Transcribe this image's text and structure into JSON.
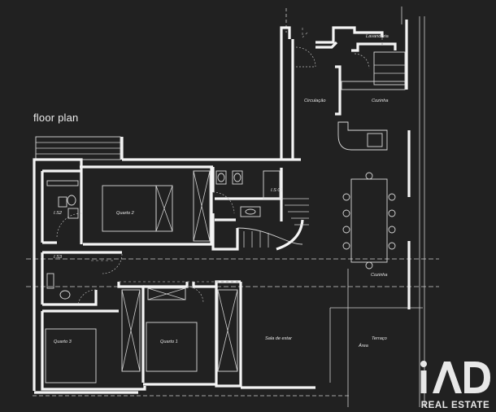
{
  "plan": {
    "title": "floor plan",
    "rooms": {
      "lavanderia": "Lavanderia",
      "circulacao": "Circulação",
      "cozinha_top": "Cozinha",
      "ws_1": "I.S 01",
      "ws_2": "I.S2",
      "ws_3": "I.S3",
      "quarto_2": "Quarto 2",
      "cozinha_mid": "Cozinha",
      "quarto_3": "Quarto 3",
      "quarto_1": "Quarto 1",
      "sala": "Sala de estar",
      "terraco": "Terraço",
      "area": "Área"
    }
  },
  "brand": {
    "logo_text": "iAD",
    "subtitle": "REAL ESTATE"
  }
}
